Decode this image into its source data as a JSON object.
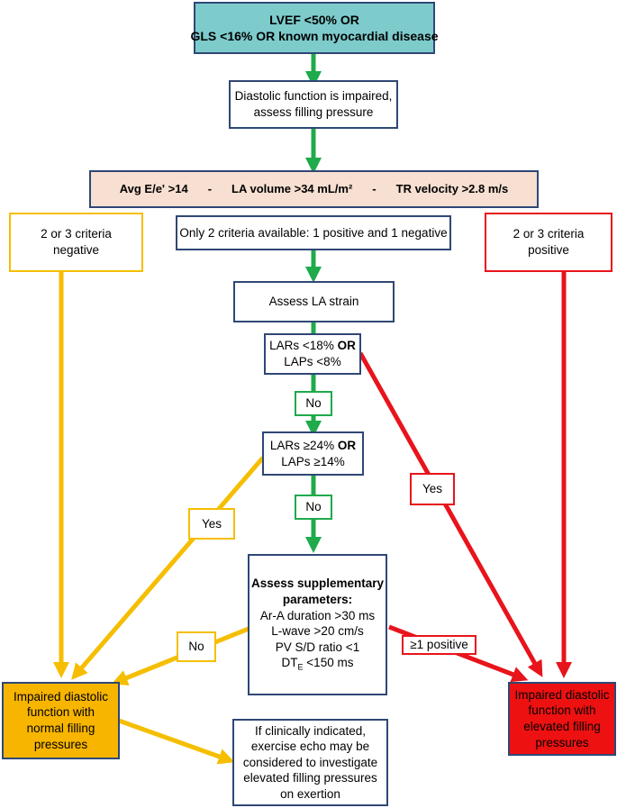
{
  "colors": {
    "navy_border": "#2f4775",
    "green_arrow": "#1faa4b",
    "gold_arrow": "#f5be00",
    "red_arrow": "#e8141b",
    "top_box_fill": "#7ecbcc",
    "criteria_box_fill": "#f7dfd1",
    "normal_box_fill": "#f7b500",
    "elevated_box_fill": "#ee1111"
  },
  "nodes": {
    "start": {
      "line1": "LVEF <50% OR",
      "line2": "GLS <16% OR known myocardial disease"
    },
    "impaired": {
      "line1": "Diastolic function is impaired,",
      "line2": "assess filling pressure"
    },
    "criteria": {
      "c1": "Avg E/e' >14",
      "sep": "-",
      "c2": "LA volume >34 mL/m²",
      "c3": "TR velocity >2.8 m/s"
    },
    "negative": {
      "line1": "2 or 3 criteria",
      "line2": "negative"
    },
    "positive": {
      "line1": "2 or 3 criteria",
      "line2": "positive"
    },
    "only_two": {
      "text": "Only 2 criteria available: 1 positive and 1 negative"
    },
    "la_strain": {
      "text": "Assess LA strain"
    },
    "lar18": {
      "line1a": "LARs <18%",
      "line1b": "OR",
      "line2": "LAPs <8%"
    },
    "lar24": {
      "line1a": "LARs ≥24%",
      "line1b": "OR",
      "line2": "LAPs ≥14%"
    },
    "supplementary": {
      "title": "Assess supplementary parameters:",
      "p1": "Ar-A duration >30 ms",
      "p2": "L-wave >20 cm/s",
      "p3": "PV S/D ratio <1",
      "p4_main": "DT",
      "p4_sub": "E",
      "p4_rest": " <150 ms"
    },
    "normal": {
      "text": "Impaired diastolic function with normal filling pressures"
    },
    "elevated": {
      "text": "Impaired diastolic function with elevated filling pressures"
    },
    "exercise": {
      "text": "If clinically indicated, exercise echo may be considered to investigate elevated filling pressures on exertion"
    }
  },
  "labels": {
    "no1": "No",
    "no2": "No",
    "yes_gold": "Yes",
    "yes_red": "Yes",
    "no_gold": "No",
    "one_positive": "≥1 positive"
  }
}
